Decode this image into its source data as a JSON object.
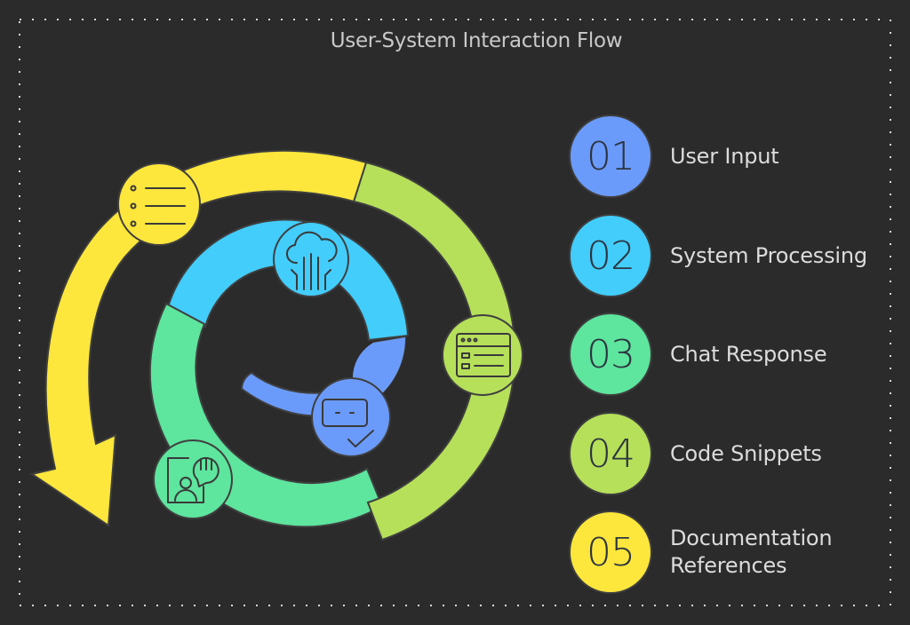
{
  "title": "User-System Interaction Flow",
  "colors": {
    "background": "#2b2b2b",
    "blue": "#6b9bfa",
    "cyan": "#43cdfb",
    "green": "#5ee59e",
    "lime": "#b6e05a",
    "yellow": "#fde73c"
  },
  "steps": [
    {
      "number": "01",
      "label": "User Input",
      "color": "#6b9bfa",
      "icon": "chat-check-icon"
    },
    {
      "number": "02",
      "label": "System Processing",
      "color": "#43cdfb",
      "icon": "cloud-circuit-icon"
    },
    {
      "number": "03",
      "label": "Chat Response",
      "color": "#5ee59e",
      "icon": "person-chat-icon"
    },
    {
      "number": "04",
      "label": "Code Snippets",
      "color": "#b6e05a",
      "icon": "browser-window-icon"
    },
    {
      "number": "05",
      "label": "Documentation\nReferences",
      "color": "#fde73c",
      "icon": "list-icon"
    }
  ]
}
